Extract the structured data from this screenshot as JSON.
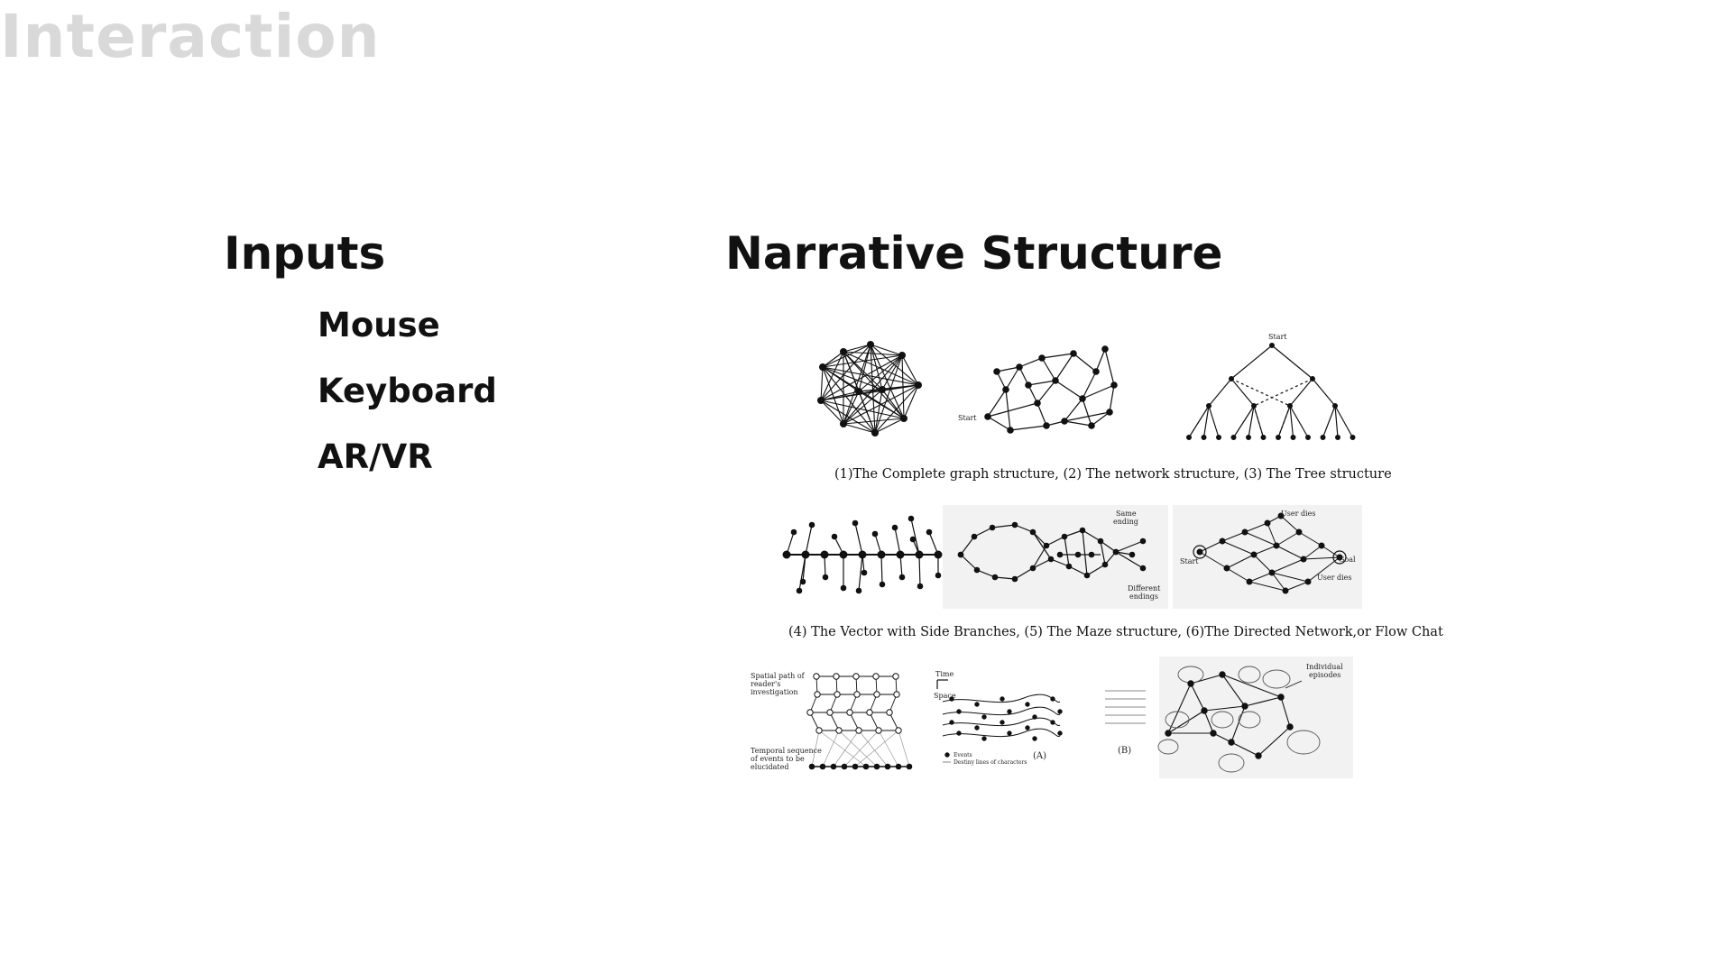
{
  "page": {
    "title": "Interaction"
  },
  "inputs": {
    "heading": "Inputs",
    "items": [
      "Mouse",
      "Keyboard",
      "AR/VR"
    ]
  },
  "narrative": {
    "heading": "Narrative Structure",
    "captions": [
      "(1)The Complete graph structure, (2) The network structure, (3) The Tree structure",
      "(4) The Vector with Side Branches, (5) The Maze structure, (6)The Directed Network,or Flow Chat"
    ],
    "diagram_labels": {
      "network_start": "Start",
      "tree_start": "Start",
      "maze_same": "Same",
      "maze_ending": "ending",
      "maze_different": "Different",
      "maze_endings": "endings",
      "directed_user_dies_top": "User dies",
      "directed_start": "Start",
      "directed_goal": "Goal",
      "directed_user_dies_bottom": "User dies",
      "spatial_1": "Spatial path of",
      "spatial_2": "reader's",
      "spatial_3": "investigation",
      "temporal_1": "Temporal sequence",
      "temporal_2": "of events to be",
      "temporal_3": "elucidated",
      "time": "Time",
      "space": "Space",
      "events": "Events",
      "destiny": "Destiny lines of characters",
      "panel_a": "(A)",
      "panel_b": "(B)",
      "individual_1": "Individual",
      "individual_2": "episodes"
    }
  }
}
